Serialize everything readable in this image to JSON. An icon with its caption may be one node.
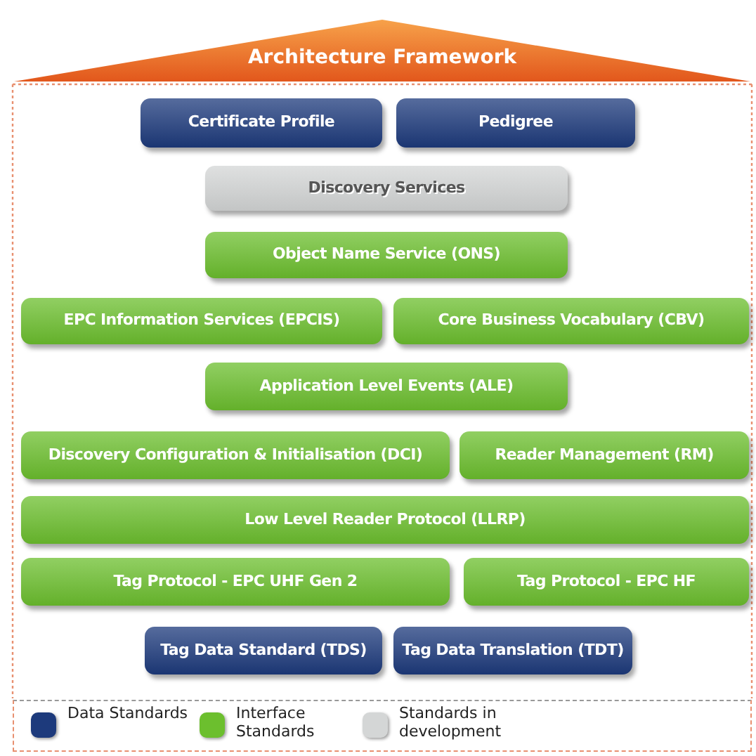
{
  "diagram": {
    "nodes": [
      {
        "text": [
          "Architecture Framework"
        ]
      },
      {
        "text": [
          "Certificate Profile"
        ],
        "in": 0
      },
      {
        "text": [
          "Pedigree"
        ],
        "in": 0
      },
      {
        "text": [
          "Discovery Services"
        ],
        "in": 0
      },
      {
        "text": [
          "Object Name Service (ONS)"
        ],
        "in": 0
      },
      {
        "text": [
          "EPC Information Services (EPCIS)"
        ],
        "in": 0
      },
      {
        "text": [
          "Core Business Vocabulary (CBV)"
        ],
        "in": 0
      },
      {
        "text": [
          "Application Level Events (ALE)"
        ],
        "in": 0
      },
      {
        "text": [
          "Discovery Configuration & Initialisation (DCI)"
        ],
        "in": 0
      },
      {
        "text": [
          "Reader Management (RM)"
        ],
        "in": 0
      },
      {
        "text": [
          "Low Level Reader Protocol (LLRP)"
        ],
        "in": 0
      },
      {
        "text": [
          "Tag Protocol - EPC UHF Gen 2"
        ],
        "in": 0
      },
      {
        "text": [
          "Tag Protocol - EPC HF"
        ],
        "in": 0
      },
      {
        "text": [
          "Tag Data Standard (TDS)"
        ],
        "in": 0
      },
      {
        "text": [
          "Tag Data Translation (TDT)"
        ],
        "in": 0
      }
    ],
    "edges": [],
    "legend": [
      {
        "text": "Data Standards",
        "color": "#1d3a7c"
      },
      {
        "text": "Interface Standards",
        "color": "#6cbf2e"
      },
      {
        "text": "Standards in development",
        "color": "#d4d6d6"
      }
    ]
  }
}
